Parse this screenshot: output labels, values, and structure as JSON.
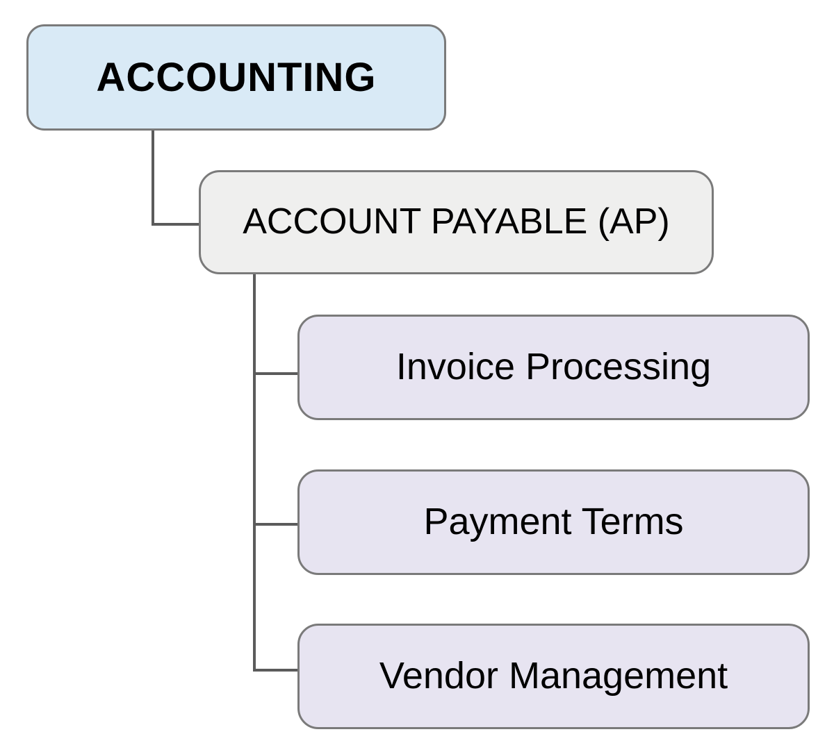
{
  "page": {
    "background_color": "#ffffff"
  },
  "diagram": {
    "type": "org-chart-tree",
    "connector_color": "#5b5b5b",
    "node_border_color": "#7a7a7a",
    "tree": {
      "root": {
        "label": "ACCOUNTING",
        "fill": "#d9eaf6",
        "text_weight": "bold",
        "children": [
          {
            "label": "ACCOUNT PAYABLE (AP)",
            "fill": "#efefee",
            "text_weight": "regular",
            "children": [
              {
                "label": "Invoice Processing",
                "fill": "#e7e4f1",
                "text_weight": "regular"
              },
              {
                "label": "Payment Terms",
                "fill": "#e7e4f1",
                "text_weight": "regular"
              },
              {
                "label": "Vendor Management",
                "fill": "#e7e4f1",
                "text_weight": "regular"
              }
            ]
          }
        ]
      }
    }
  }
}
